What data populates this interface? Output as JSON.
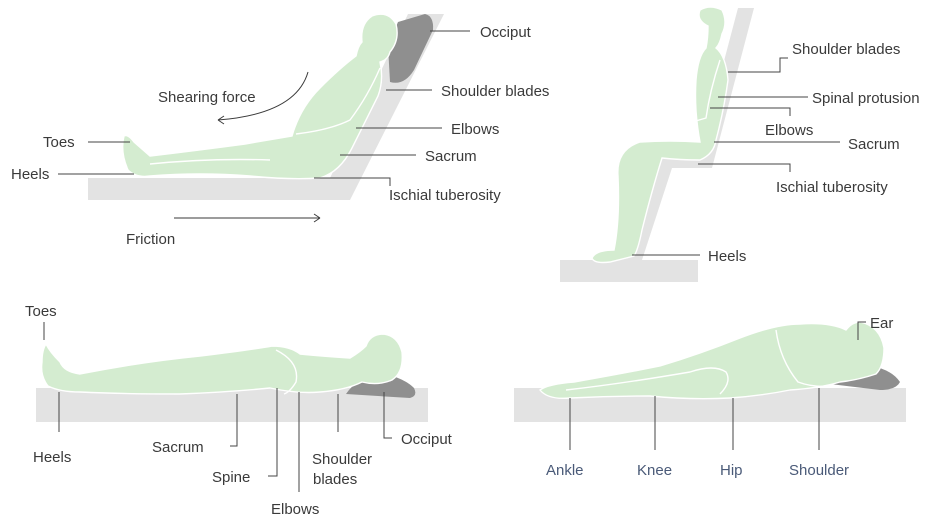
{
  "colors": {
    "body": "#d4ecd0",
    "surface": "#e3e3e3",
    "pillow": "#8f8f8f",
    "label": "#3a3a3a",
    "label_alt": "#4a5a78"
  },
  "reclining": {
    "occiput": "Occiput",
    "shoulder_blades": "Shoulder blades",
    "shearing_force": "Shearing force",
    "toes": "Toes",
    "elbows": "Elbows",
    "heels": "Heels",
    "sacrum": "Sacrum",
    "ischial_tuberosity": "Ischial tuberosity",
    "friction": "Friction"
  },
  "sitting": {
    "shoulder_blades": "Shoulder blades",
    "spinal_protusion": "Spinal protusion",
    "elbows": "Elbows",
    "sacrum": "Sacrum",
    "ischial_tuberosity": "Ischial tuberosity",
    "heels": "Heels"
  },
  "supine": {
    "toes": "Toes",
    "heels": "Heels",
    "sacrum": "Sacrum",
    "spine": "Spine",
    "elbows": "Elbows",
    "shoulder_blades_line1": "Shoulder",
    "shoulder_blades_line2": "blades",
    "occiput": "Occiput"
  },
  "side_lying": {
    "ear": "Ear",
    "ankle": "Ankle",
    "knee": "Knee",
    "hip": "Hip",
    "shoulder": "Shoulder"
  }
}
